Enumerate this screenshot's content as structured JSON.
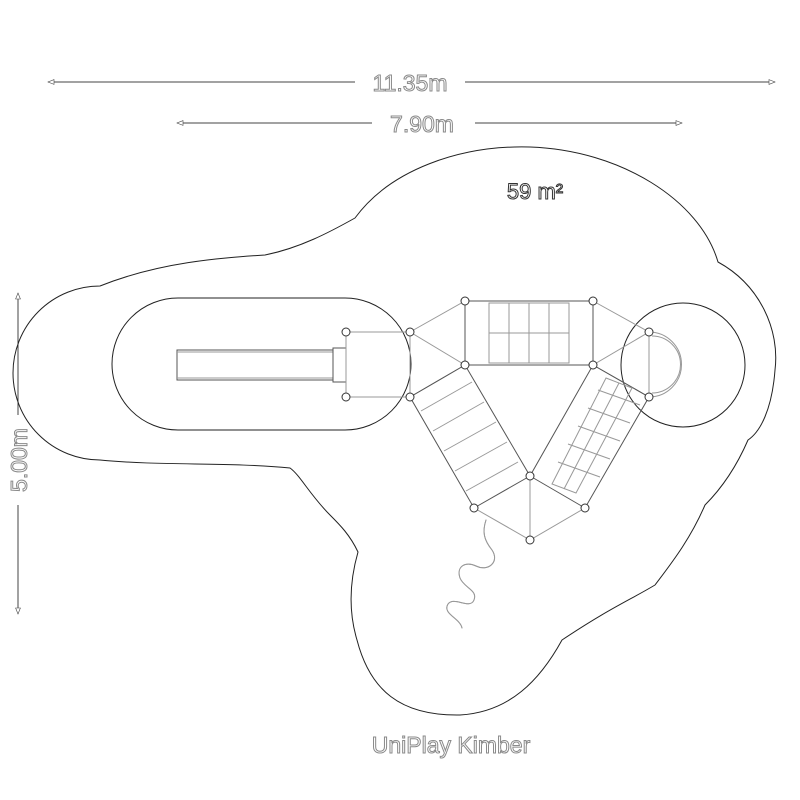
{
  "dimensions": {
    "total_length": "11.35m",
    "equipment_length": "7.90m",
    "width": "5.00m"
  },
  "area_label": "59 m²",
  "product_name": "UniPlay Kimber"
}
